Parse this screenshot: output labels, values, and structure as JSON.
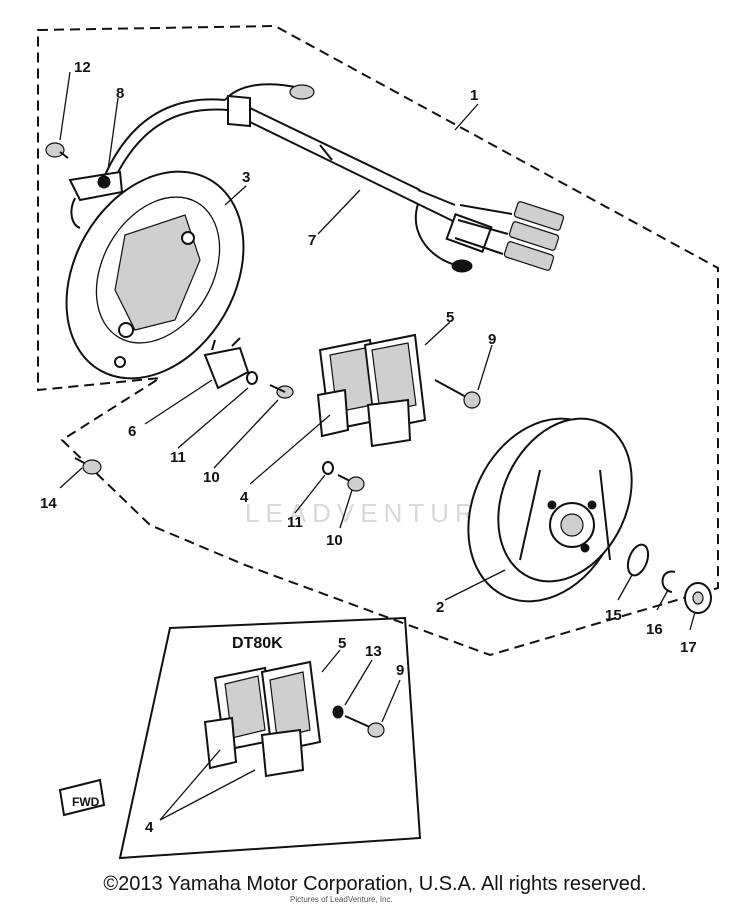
{
  "watermark": "LEADVENTURE",
  "model_label": "DT80K",
  "fwd_label": "FWD",
  "copyright": "©2013 Yamaha Motor Corporation, U.S.A. All rights reserved.",
  "credit_small": "Pictures of LeadVenture, Inc.",
  "callouts": {
    "c1": "1",
    "c2": "2",
    "c3": "3",
    "c4a": "4",
    "c4b": "4",
    "c5a": "5",
    "c5b": "5",
    "c6": "6",
    "c7": "7",
    "c8": "8",
    "c9a": "9",
    "c9b": "9",
    "c10a": "10",
    "c10b": "10",
    "c11a": "11",
    "c11b": "11",
    "c12": "12",
    "c13": "13",
    "c14": "14",
    "c15": "15",
    "c16": "16",
    "c17": "17"
  }
}
